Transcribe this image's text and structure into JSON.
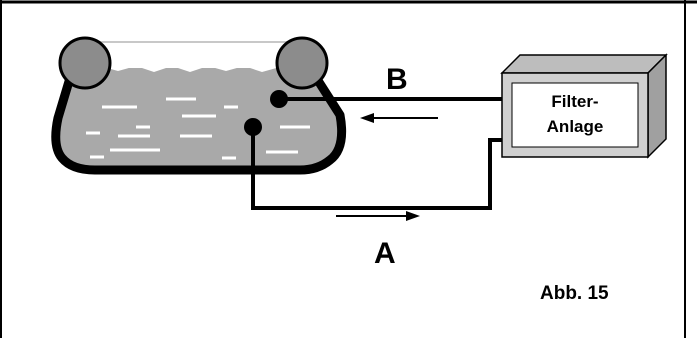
{
  "diagram": {
    "label_b": "B",
    "label_a": "A",
    "filter_line1": "Filter-",
    "filter_line2": "Anlage",
    "caption": "Abb. 15"
  },
  "colors": {
    "pool_wall": "#000000",
    "water": "#a9a9a9",
    "rim": "#8c8c8c",
    "filter_front": "#d0d0d0",
    "filter_side": "#a0a0a0",
    "filter_top": "#bdbdbd",
    "filter_panel": "#ffffff"
  },
  "icons": [
    "pool-icon",
    "filter-unit-icon",
    "arrow-left-icon",
    "arrow-right-icon"
  ]
}
